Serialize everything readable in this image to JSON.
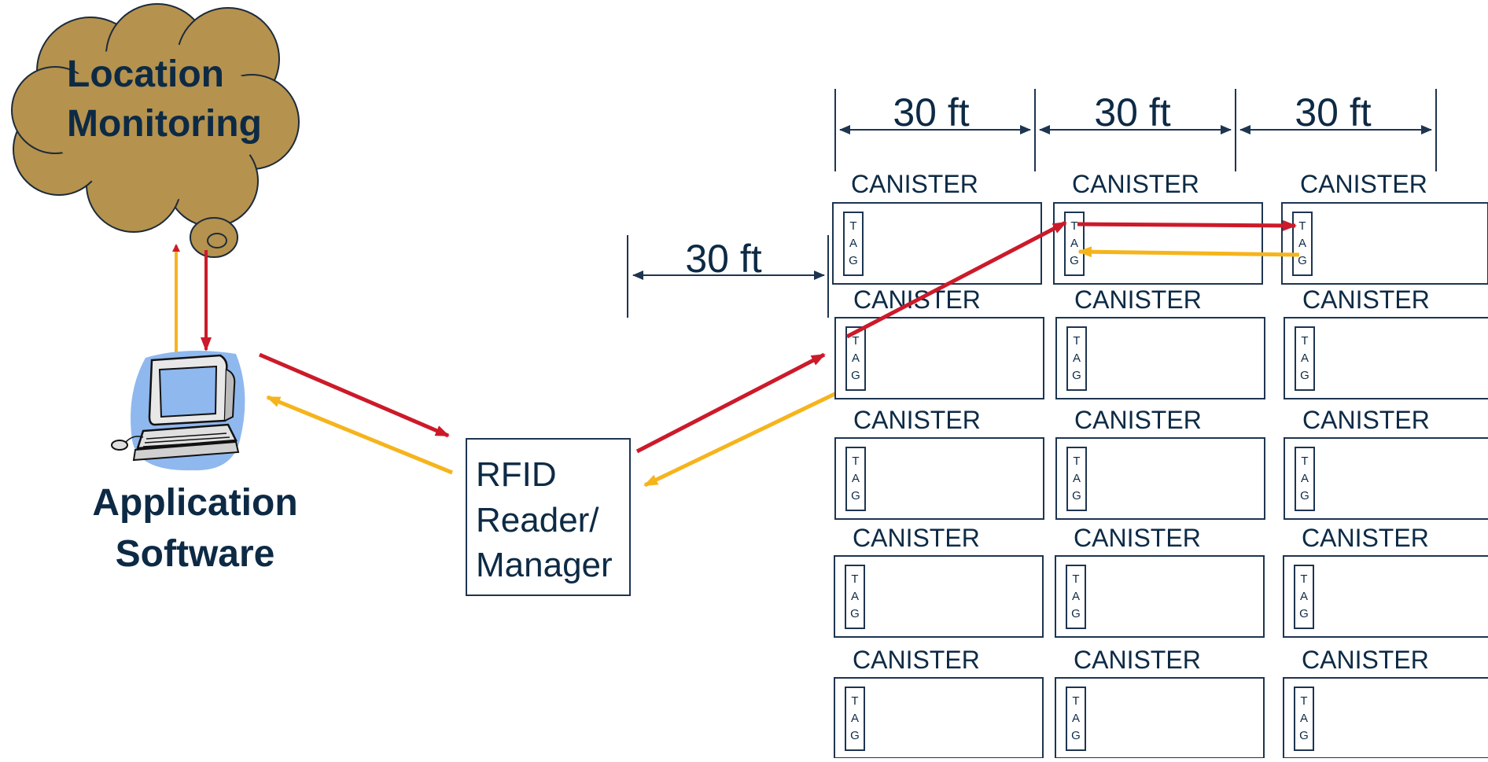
{
  "cloud": {
    "line1": "Location",
    "line2": "Monitoring"
  },
  "application": {
    "line1": "Application",
    "line2": "Software"
  },
  "reader": {
    "line1": "RFID",
    "line2": "Reader/",
    "line3": "Manager"
  },
  "dimensions": {
    "top": [
      "30 ft",
      "30 ft",
      "30 ft"
    ],
    "left": "30 ft"
  },
  "canister_label": "CANISTER",
  "tag_letters": [
    "T",
    "A",
    "G"
  ],
  "colors": {
    "request_arrow": "#cc1a2a",
    "response_arrow": "#f6b41c",
    "cloud": "#b5924e",
    "computer": "#8fb8ef",
    "text": "#0d2a45"
  }
}
